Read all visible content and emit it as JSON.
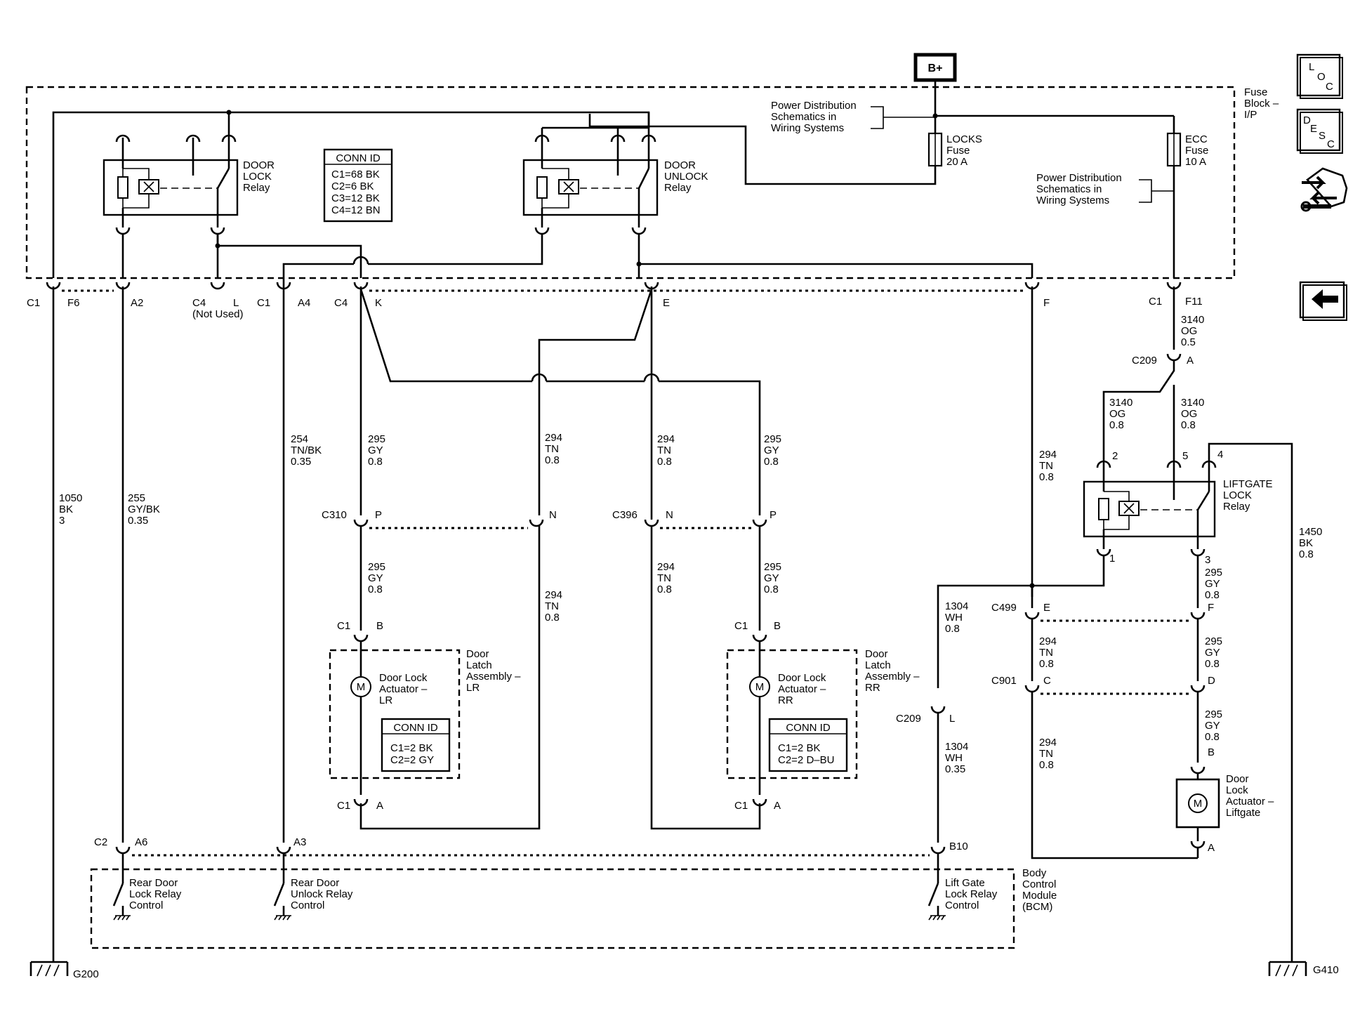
{
  "power": {
    "bplus": "B+"
  },
  "notes": {
    "pds_top": [
      "Power Distribution",
      "Schematics in",
      "Wiring Systems"
    ],
    "pds_right": [
      "Power Distribution",
      "Schematics in",
      "Wiring Systems"
    ]
  },
  "fuse_block": {
    "label": [
      "Fuse",
      "Block –",
      "I/P"
    ]
  },
  "fuses": {
    "locks": [
      "LOCKS",
      "Fuse",
      "20 A"
    ],
    "ecc": [
      "ECC",
      "Fuse",
      "10 A"
    ]
  },
  "relays": {
    "door_lock": [
      "DOOR",
      "LOCK",
      "Relay"
    ],
    "door_unlock": [
      "DOOR",
      "UNLOCK",
      "Relay"
    ],
    "liftgate": [
      "LIFTGATE",
      "LOCK",
      "Relay"
    ]
  },
  "conn_id_main": {
    "title": "CONN ID",
    "lines": [
      "C1=68 BK",
      "C2=6 BK",
      "C3=12 BK",
      "C4=12 BN"
    ]
  },
  "conn_id_lr": {
    "title": "CONN ID",
    "lines": [
      "C1=2 BK",
      "C2=2 GY"
    ]
  },
  "conn_id_rr": {
    "title": "CONN ID",
    "lines": [
      "C1=2 BK",
      "C2=2 D–BU"
    ]
  },
  "connectors": {
    "c1_f6": [
      "C1",
      "F6"
    ],
    "a2": "A2",
    "c4_l": [
      "C4",
      "L"
    ],
    "not_used": "(Not Used)",
    "c1_a4": [
      "C1",
      "A4"
    ],
    "c4_k": [
      "C4",
      "K"
    ],
    "e": "E",
    "f": "F",
    "c1_f11": [
      "C1",
      "F11"
    ],
    "c209_a": [
      "C209",
      "A"
    ],
    "c310": [
      "C310",
      "P",
      "N"
    ],
    "c396": [
      "C396",
      "N",
      "P"
    ],
    "c1_b_lr": [
      "C1",
      "B"
    ],
    "c1_a_lr": [
      "C1",
      "A"
    ],
    "c1_b_rr": [
      "C1",
      "B"
    ],
    "c1_a_rr": [
      "C1",
      "A"
    ],
    "c499": [
      "C499",
      "E",
      "F"
    ],
    "c901": [
      "C901",
      "C",
      "D"
    ],
    "c209_l": [
      "C209",
      "L"
    ],
    "c2_a6": [
      "C2",
      "A6"
    ],
    "a3": "A3",
    "b10": "B10",
    "relay_pins": [
      "2",
      "5",
      "4",
      "1",
      "3"
    ],
    "actuator_pins": [
      "B",
      "A"
    ]
  },
  "wires": {
    "w1050": [
      "1050",
      "BK",
      "3"
    ],
    "w255": [
      "255",
      "GY/BK",
      "0.35"
    ],
    "w254": [
      "254",
      "TN/BK",
      "0.35"
    ],
    "w295_k": [
      "295",
      "GY",
      "0.8"
    ],
    "w294_n": [
      "294",
      "TN",
      "0.8"
    ],
    "w294_e": [
      "294",
      "TN",
      "0.8"
    ],
    "w295_p": [
      "295",
      "GY",
      "0.8"
    ],
    "w294_f": [
      "294",
      "TN",
      "0.8"
    ],
    "w3140_a": [
      "3140",
      "OG",
      "0.5"
    ],
    "w3140_l": [
      "3140",
      "OG",
      "0.8"
    ],
    "w3140_r": [
      "3140",
      "OG",
      "0.8"
    ],
    "w1450": [
      "1450",
      "BK",
      "0.8"
    ],
    "w295_lr": [
      "295",
      "GY",
      "0.8"
    ],
    "w294_lr": [
      "294",
      "TN",
      "0.8"
    ],
    "w294_rr": [
      "294",
      "TN",
      "0.8"
    ],
    "w295_rr": [
      "295",
      "GY",
      "0.8"
    ],
    "w1304_a": [
      "1304",
      "WH",
      "0.8"
    ],
    "w1304_b": [
      "1304",
      "WH",
      "0.35"
    ],
    "w295_lg1": [
      "295",
      "GY",
      "0.8"
    ],
    "w294_lg1": [
      "294",
      "TN",
      "0.8"
    ],
    "w295_lg2": [
      "295",
      "GY",
      "0.8"
    ],
    "w294_lg2": [
      "294",
      "TN",
      "0.8"
    ],
    "w295_lg3": [
      "295",
      "GY",
      "0.8"
    ]
  },
  "components": {
    "latch_lr": [
      "Door",
      "Latch",
      "Assembly –",
      "LR"
    ],
    "actuator_lr": [
      "Door Lock",
      "Actuator –",
      "LR"
    ],
    "latch_rr": [
      "Door",
      "Latch",
      "Assembly –",
      "RR"
    ],
    "actuator_rr": [
      "Door Lock",
      "Actuator –",
      "RR"
    ],
    "actuator_lg": [
      "Door",
      "Lock",
      "Actuator –",
      "Liftgate"
    ],
    "motor": "M"
  },
  "bcm": {
    "label": [
      "Body",
      "Control",
      "Module",
      "(BCM)"
    ],
    "rear_lock": [
      "Rear Door",
      "Lock Relay",
      "Control"
    ],
    "rear_unlock": [
      "Rear Door",
      "Unlock Relay",
      "Control"
    ],
    "liftgate": [
      "Lift Gate",
      "Lock Relay",
      "Control"
    ]
  },
  "grounds": {
    "g200": "G200",
    "g410": "G410"
  },
  "nav": {
    "loc": [
      "L",
      "O",
      "C"
    ],
    "desc": [
      "D",
      "E",
      "S",
      "C"
    ]
  }
}
